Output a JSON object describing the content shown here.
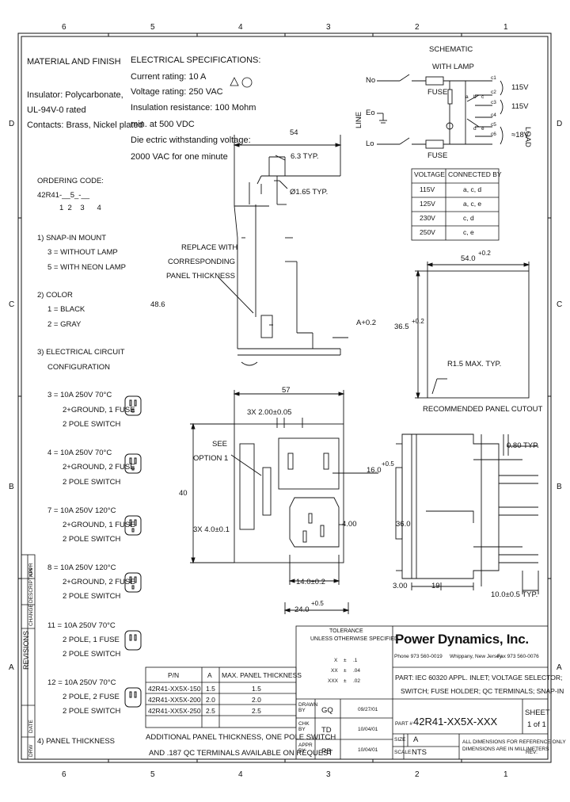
{
  "zones": {
    "top": [
      "6",
      "5",
      "4",
      "3",
      "2",
      "1"
    ],
    "bottom": [
      "6",
      "5",
      "4",
      "3",
      "2",
      "1"
    ],
    "side": [
      "D",
      "C",
      "B",
      "A"
    ]
  },
  "material": {
    "title": "MATERIAL AND FINISH",
    "lines": [
      "Insulator: Polycarbonate,",
      "UL-94V-0 rated",
      "Contacts: Brass, Nickel plated"
    ]
  },
  "electrical": {
    "title": "ELECTRICAL SPECIFICATIONS:",
    "lines": [
      "Current rating: 10 A",
      "Voltage rating: 250 VAC",
      "Insulation resistance: 100 Mohm",
      "min. at 500 VDC",
      "Die ectric withstanding voltage:",
      "2000 VAC for one minute"
    ]
  },
  "ordering": {
    "title": "ORDERING CODE:",
    "code": "42R41-__5_-__",
    "code_digits": "1  2    3      4",
    "snap": {
      "title": "1) SNAP-IN MOUNT",
      "items": [
        "3 = WITHOUT LAMP",
        "5 = WITH NEON LAMP"
      ]
    },
    "color": {
      "title": "2) COLOR",
      "items": [
        "1 = BLACK",
        "2 = GRAY"
      ]
    },
    "config": {
      "title": "3) ELECTRICAL CIRCUIT",
      "subtitle": "CONFIGURATION"
    },
    "options": [
      {
        "l1": "3 = 10A 250V 70°C",
        "l2": "2+GROUND, 1 FUSE",
        "l3": "2 POLE SWITCH"
      },
      {
        "l1": "4 = 10A 250V 70°C",
        "l2": "2+GROUND, 2 FUSE",
        "l3": "2 POLE SWITCH"
      },
      {
        "l1": "7 = 10A 250V 120°C",
        "l2": "2+GROUND, 1 FUSE",
        "l3": "2 POLE SWITCH"
      },
      {
        "l1": "8 = 10A 250V 120°C",
        "l2": "2+GROUND, 2 FUSE",
        "l3": "2 POLE SWITCH"
      },
      {
        "l1": "11 = 10A 250V 70°C",
        "l2": "2 POLE, 1 FUSE",
        "l3": "2 POLE SWITCH"
      },
      {
        "l1": "12 = 10A 250V 70°C",
        "l2": "2 POLE, 2 FUSE",
        "l3": "2 POLE SWITCH"
      }
    ],
    "panel": "4) PANEL THICKNESS"
  },
  "schematic": {
    "title": "SCHEMATIC",
    "subtitle": "WITH LAMP",
    "labels": {
      "no": "No",
      "eo": "Eo",
      "lo": "Lo",
      "fuse": "FUSE",
      "line": "LINE",
      "load": "LOAD"
    },
    "terminals": [
      "c1",
      "c2",
      "c3",
      "c4",
      "c5",
      "c6"
    ],
    "mini": [
      "a",
      "b",
      "c",
      "d",
      "e"
    ],
    "volts": [
      "115V",
      "115V",
      "≈18V"
    ]
  },
  "voltage_table": {
    "headers": [
      "VOLTAGE",
      "CONNECTED BY"
    ],
    "rows": [
      [
        "115V",
        "a, c, d"
      ],
      [
        "125V",
        "a, c, e"
      ],
      [
        "230V",
        "c, d"
      ],
      [
        "250V",
        "c, e"
      ]
    ]
  },
  "side_view": {
    "dims": {
      "w54": "54",
      "t63": "6.3 TYP.",
      "d165": "Ø1.65 TYP.",
      "h486": "48.6",
      "a02": "A+0.2"
    },
    "note": [
      "REPLACE WITH",
      "CORRESPONDING",
      "PANEL THICKNESS"
    ]
  },
  "cutout": {
    "w": "54.0",
    "w_tol": "+0.2",
    "h": "36.5",
    "h_tol": "+0.2",
    "r": "R1.5 MAX. TYP.",
    "title": "RECOMMENDED PANEL CUTOUT"
  },
  "front_view": {
    "w57": "57",
    "holes": "3X 2.00±0.05",
    "see": [
      "SEE",
      "OPTION 1"
    ],
    "h40": "40",
    "d160": "16.0",
    "d160_tol": "+0.5",
    "s3x4": "3X 4.0±0.1",
    "d400": "4.00",
    "d140": "14.0±0.2",
    "d240": "24.0",
    "d240_tol": "+0.5"
  },
  "right_view": {
    "d080": "0.80 TYP.",
    "d360": "36.0",
    "d300": "3.00",
    "d19": "19",
    "d100": "10.0±0.5 TYP."
  },
  "part_table": {
    "headers": [
      "P/N",
      "A",
      "MAX. PANEL THICKNESS"
    ],
    "rows": [
      [
        "42R41-XX5X-150",
        "1.5",
        "1.5"
      ],
      [
        "42R41-XX5X-200",
        "2.0",
        "2.0"
      ],
      [
        "42R41-XX5X-250",
        "2.5",
        "2.5"
      ]
    ]
  },
  "notes": [
    "ADDITIONAL PANEL THICKNESS, ONE POLE SWITCH",
    "AND .187 QC TERMINALS AVAILABLE ON REQUEST"
  ],
  "revisions": {
    "label": "REVISIONS",
    "cols": [
      "APPR",
      "DESCRIPTION",
      "CHANGE",
      "DATE",
      "DRW"
    ]
  },
  "tolerance": {
    "title": "TOLERANCE",
    "subtitle": "UNLESS OTHERWISE SPECIFIED",
    "rows": [
      [
        "X",
        "±",
        ".1"
      ],
      [
        "XX",
        "±",
        ".04"
      ],
      [
        "XXX",
        "±",
        ".02"
      ]
    ]
  },
  "title_block": {
    "company": "Power Dynamics, Inc.",
    "phone": "Phone 973 560-0019",
    "city": "Whippany, New Jersey",
    "fax": "Fax 973 560-0076",
    "desc": [
      "PART: IEC 60320 APPL. INLET; VOLTAGE SELECTOR;",
      "SWITCH; FUSE HOLDER; QC TERMINALS; SNAP-IN"
    ],
    "drawn": {
      "label": "DRAWN BY",
      "who": "GQ",
      "date": "09/27/01"
    },
    "chk": {
      "label": "CHK BY",
      "who": "TD",
      "date": "10/04/01"
    },
    "appr": {
      "label": "APPR BY",
      "who": "PB",
      "date": "10/04/01"
    },
    "part_label": "PART #",
    "part_no": "42R41-XX5X-XXX",
    "sheet_label": "SHEET",
    "sheet": "1 of 1",
    "size_label": "SIZE",
    "size": "A",
    "scale_label": "SCALE",
    "scale": "NTS",
    "dims_note": [
      "ALL DIMENSIONS FOR REFERENCE ONLY",
      "DIMENSIONS ARE IN MILLIMETERS"
    ],
    "rev_label": "REV:"
  }
}
